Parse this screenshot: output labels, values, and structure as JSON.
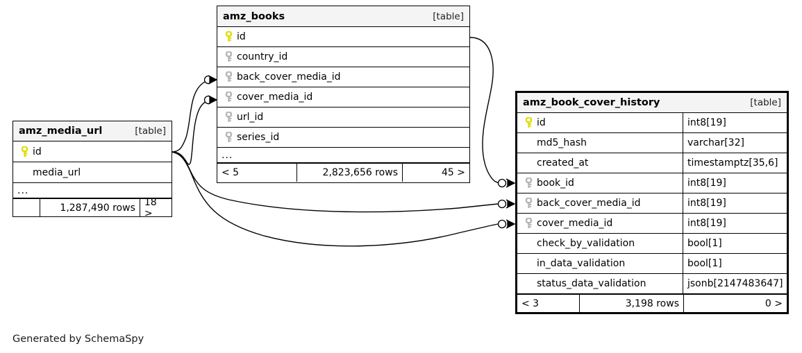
{
  "diagram": {
    "generator_note": "Generated by SchemaSpy",
    "table_tag": "[table]",
    "ellipsis": "...",
    "key_icon_primary": "key-icon-primary",
    "key_icon_foreign": "key-icon-foreign",
    "colors": {
      "primary_key": "#e8e800",
      "foreign_key": "#b0b0b0",
      "header_bg": "#f4f4f4",
      "border": "#000000",
      "edge": "#000000"
    }
  },
  "tables": [
    {
      "name": "amz_media_url",
      "tag": "[table]",
      "columns": [
        {
          "key": "primary",
          "name": "id",
          "type": ""
        },
        {
          "key": "none",
          "name": "media_url",
          "type": ""
        }
      ],
      "has_ellipsis_row": true,
      "ellipsis": "...",
      "footer": {
        "left": "",
        "center": "1,287,490 rows",
        "right": "18 >"
      }
    },
    {
      "name": "amz_books",
      "tag": "[table]",
      "columns": [
        {
          "key": "primary",
          "name": "id",
          "type": ""
        },
        {
          "key": "foreign",
          "name": "country_id",
          "type": ""
        },
        {
          "key": "foreign",
          "name": "back_cover_media_id",
          "type": ""
        },
        {
          "key": "foreign",
          "name": "cover_media_id",
          "type": ""
        },
        {
          "key": "foreign",
          "name": "url_id",
          "type": ""
        },
        {
          "key": "foreign",
          "name": "series_id",
          "type": ""
        }
      ],
      "has_ellipsis_row": true,
      "ellipsis": "...",
      "footer": {
        "left": "< 5",
        "center": "2,823,656 rows",
        "right": "45 >"
      }
    },
    {
      "name": "amz_book_cover_history",
      "tag": "[table]",
      "columns": [
        {
          "key": "primary",
          "name": "id",
          "type": "int8[19]"
        },
        {
          "key": "none",
          "name": "md5_hash",
          "type": "varchar[32]"
        },
        {
          "key": "none",
          "name": "created_at",
          "type": "timestamptz[35,6]"
        },
        {
          "key": "foreign",
          "name": "book_id",
          "type": "int8[19]"
        },
        {
          "key": "foreign",
          "name": "back_cover_media_id",
          "type": "int8[19]"
        },
        {
          "key": "foreign",
          "name": "cover_media_id",
          "type": "int8[19]"
        },
        {
          "key": "none",
          "name": "check_by_validation",
          "type": "bool[1]"
        },
        {
          "key": "none",
          "name": "in_data_validation",
          "type": "bool[1]"
        },
        {
          "key": "none",
          "name": "status_data_validation",
          "type": "jsonb[2147483647]"
        }
      ],
      "has_ellipsis_row": false,
      "ellipsis": "",
      "footer": {
        "left": "< 3",
        "center": "3,198 rows",
        "right": "0 >"
      }
    }
  ],
  "relationships": [
    {
      "from_table": "amz_media_url",
      "from_column": "id",
      "to_table": "amz_books",
      "to_column": "back_cover_media_id"
    },
    {
      "from_table": "amz_media_url",
      "from_column": "id",
      "to_table": "amz_books",
      "to_column": "cover_media_id"
    },
    {
      "from_table": "amz_media_url",
      "from_column": "id",
      "to_table": "amz_book_cover_history",
      "to_column": "back_cover_media_id"
    },
    {
      "from_table": "amz_media_url",
      "from_column": "id",
      "to_table": "amz_book_cover_history",
      "to_column": "cover_media_id"
    },
    {
      "from_table": "amz_books",
      "from_column": "id",
      "to_table": "amz_book_cover_history",
      "to_column": "book_id"
    }
  ]
}
